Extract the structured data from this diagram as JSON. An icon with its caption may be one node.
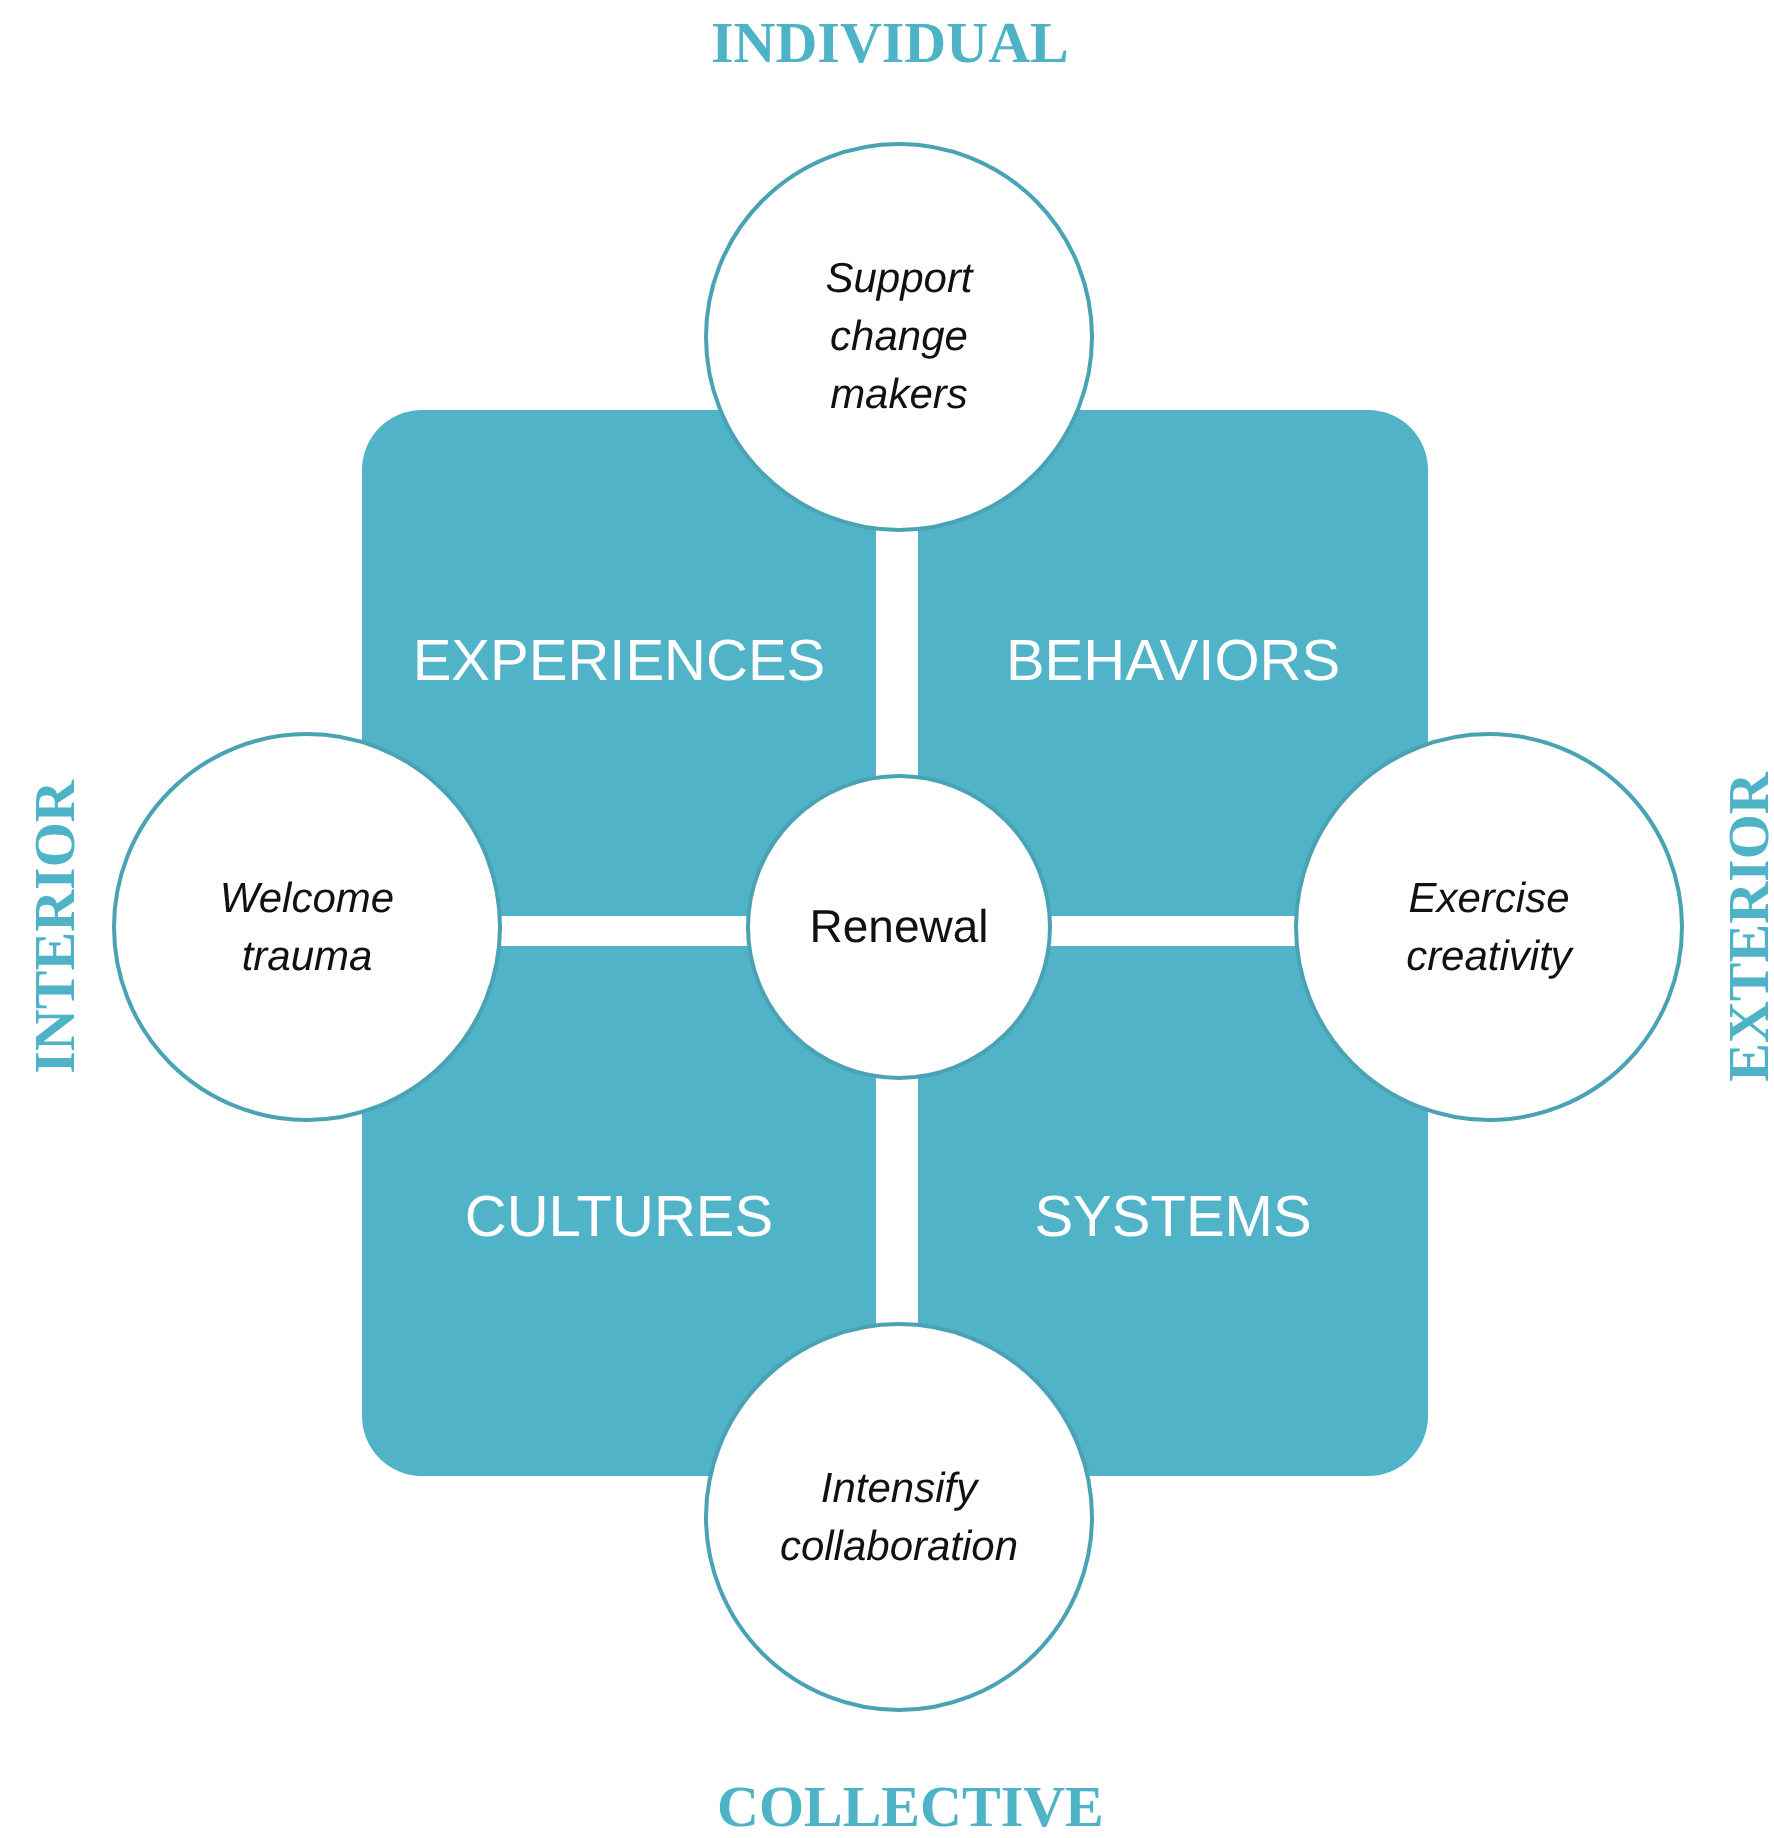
{
  "diagram": {
    "nodes": [
      {
        "text": [
          "Support change makers"
        ]
      },
      {
        "text": [
          "EXPERIENCES"
        ]
      },
      {
        "text": [
          "BEHAVIORS"
        ]
      },
      {
        "text": [
          "Welcome trauma"
        ]
      },
      {
        "text": [
          "Renewal"
        ]
      },
      {
        "text": [
          "Exercise creativity"
        ]
      },
      {
        "text": [
          "CULTURES"
        ]
      },
      {
        "text": [
          "SYSTEMS"
        ]
      },
      {
        "text": [
          "Intensify collaboration"
        ]
      }
    ],
    "edges": [],
    "labels": [
      "INDIVIDUAL",
      "INTERIOR",
      "EXTERIOR",
      "COLLECTIVE"
    ]
  }
}
